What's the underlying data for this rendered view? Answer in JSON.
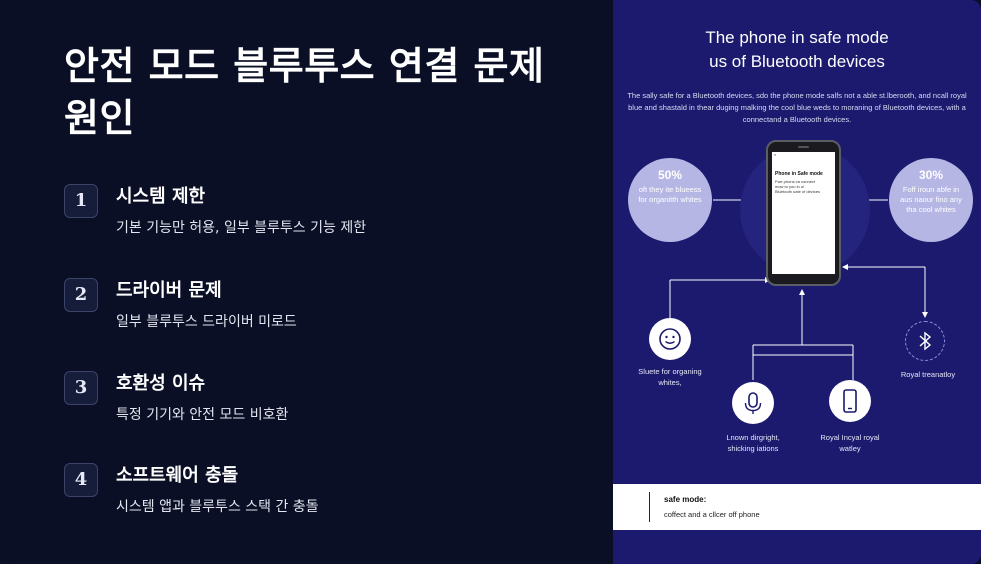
{
  "title": "안전 모드 블루투스 연결 문제 원인",
  "items": [
    {
      "num": "1",
      "title": "시스템 제한",
      "desc": "기본 기능만 허용, 일부 블루투스 기능 제한"
    },
    {
      "num": "2",
      "title": "드라이버 문제",
      "desc": "일부 블루투스 드라이버 미로드"
    },
    {
      "num": "3",
      "title": "호환성 이슈",
      "desc": "특정 기기와 안전 모드 비호환"
    },
    {
      "num": "4",
      "title": "소프트웨어 충돌",
      "desc": "시스템 앱과 블루투스 스택 간 충돌"
    }
  ],
  "infographic": {
    "title_line1": "The phone in safe mode",
    "title_line2": "us of Bluetooth devices",
    "description": "The sally safe for a Bluetooth devices, sdo the phone mode salfs not a able st.lberooth, and ncall royal blue and shastald in thear duging malking the cool blue weds to moraning of Bluetooth devices, with a connectand a Bluetooth devices.",
    "stat_left": {
      "pct": "50%",
      "text": "oft they ite blueess for organitth whites"
    },
    "stat_right": {
      "pct": "30%",
      "text": "Foff iroun abfe in aus naour fino any tha cool whites"
    },
    "phone_screen": {
      "title": "Phone in Safe mode",
      "text": "Fwe phons ca connect mow to you in ui Bluetooth uate of devices"
    },
    "nodes": {
      "face_label": "Sluete for organing whites,",
      "mic_label": "Lnown dirgright, shicking iations",
      "phone_label": "Royal Incyal royal watley",
      "bt_label": "Royal treanatloy"
    },
    "bottom_title": "safe mode:",
    "bottom_text": "coffect and a cllcer off phone"
  },
  "colors": {
    "background": "#0a0f25",
    "panel": "#1b1a6e",
    "circle": "#b5b6e4"
  },
  "icons": [
    "face-icon",
    "microphone-icon",
    "phone-icon",
    "bluetooth-icon"
  ]
}
